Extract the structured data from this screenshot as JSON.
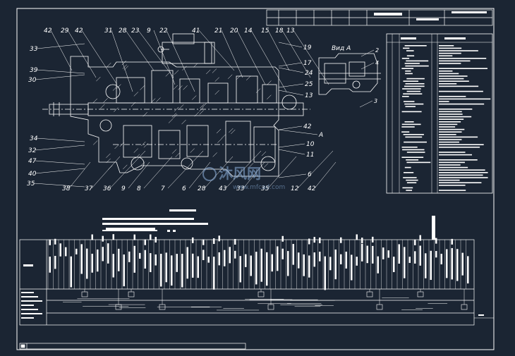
{
  "drawing": {
    "view_label": "Вид А",
    "view_leaders": [
      "2",
      "4",
      "3"
    ],
    "callouts_top": [
      "42",
      "29",
      "42",
      "31",
      "28",
      "23",
      "9",
      "22",
      "41",
      "21",
      "20",
      "14",
      "15",
      "18",
      "13"
    ],
    "callouts_left": [
      "33",
      "39",
      "30",
      "34",
      "32",
      "47",
      "40",
      "35"
    ],
    "callouts_right": [
      "19",
      "17",
      "24",
      "25",
      "13",
      "42",
      "A",
      "10",
      "11",
      "6"
    ],
    "callouts_bottom": [
      "38",
      "37",
      "36",
      "9",
      "8",
      "7",
      "6",
      "28",
      "43",
      "33",
      "35",
      "12",
      "42"
    ]
  },
  "watermark": {
    "text": "沐风网",
    "sub": "www.mfcad.com"
  },
  "colors": {
    "background": "#1b2533",
    "lines": "#ffffff"
  }
}
